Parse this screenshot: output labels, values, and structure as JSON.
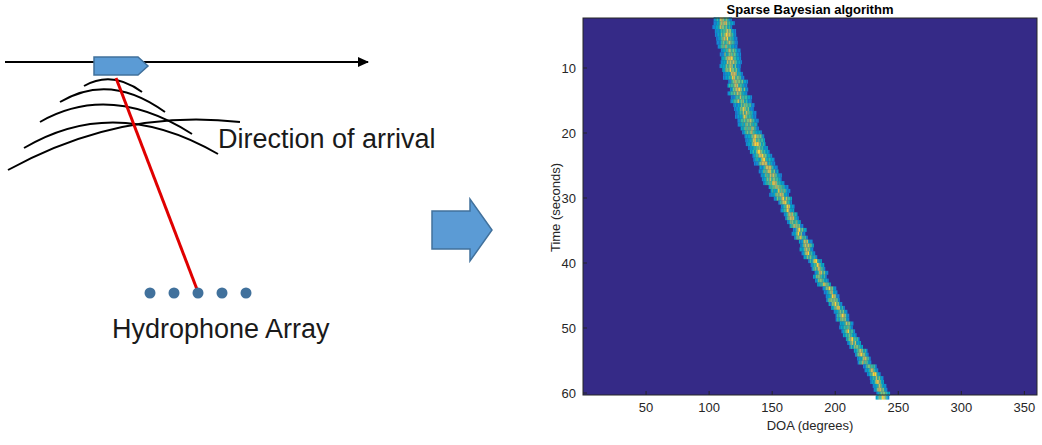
{
  "diagram": {
    "title": "Sparse Bayesian algorithm",
    "labels": [
      "Direction of arrival",
      "Hydrophone Array",
      "Time (seconds)",
      "10",
      "20",
      "30",
      "40",
      "50",
      "60",
      "50",
      "100",
      "150",
      "200",
      "250",
      "300",
      "350",
      "DOA (degrees)"
    ]
  }
}
